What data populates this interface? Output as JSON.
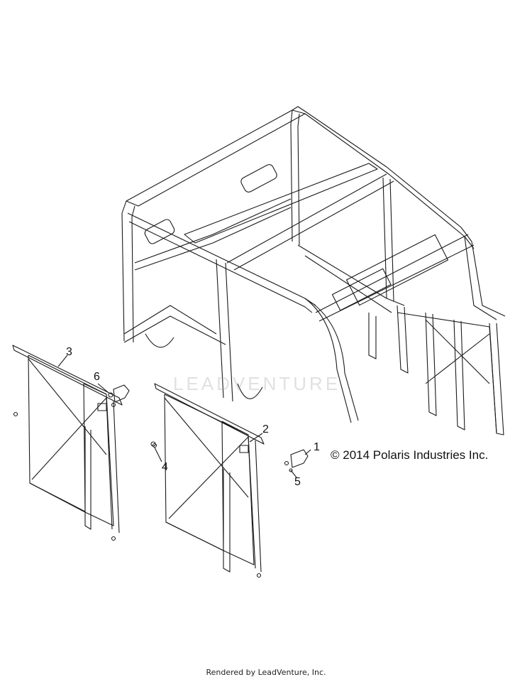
{
  "callouts": {
    "c1": "1",
    "c2": "2",
    "c3": "3",
    "c4": "4",
    "c5": "5",
    "c6": "6"
  },
  "copyright": "© 2014 Polaris Industries Inc.",
  "footer": "Rendered by LeadVenture, Inc.",
  "watermark": "LEADVENTURE",
  "colors": {
    "line": "#1a1a1a",
    "watermark": "#aaaaaa"
  }
}
